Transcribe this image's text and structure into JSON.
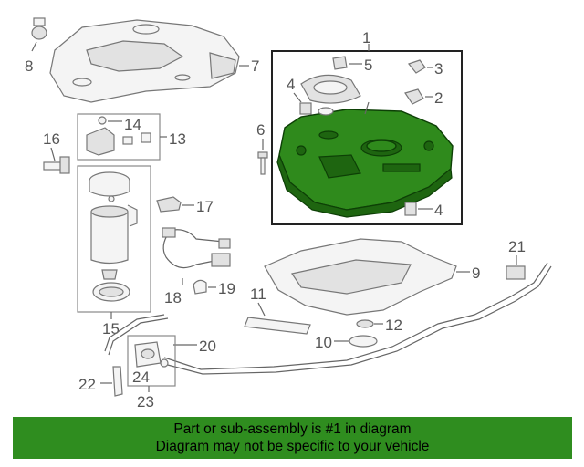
{
  "callouts": {
    "c1": "1",
    "c2": "2",
    "c3": "3",
    "c4a": "4",
    "c4b": "4",
    "c5": "5",
    "c6": "6",
    "c7": "7",
    "c8": "8",
    "c9": "9",
    "c10": "10",
    "c11": "11",
    "c12": "12",
    "c13": "13",
    "c14": "14",
    "c15": "15",
    "c16": "16",
    "c17": "17",
    "c18": "18",
    "c19": "19",
    "c20": "20",
    "c21": "21",
    "c22": "22",
    "c23": "23",
    "c24": "24"
  },
  "highlighted_part": "1",
  "colors": {
    "highlight": "#2f8a1c",
    "banner": "#2f8d1f"
  },
  "banner": {
    "line1": "Part or sub-assembly is #1 in diagram",
    "line2": "Diagram may not be specific to your vehicle"
  }
}
